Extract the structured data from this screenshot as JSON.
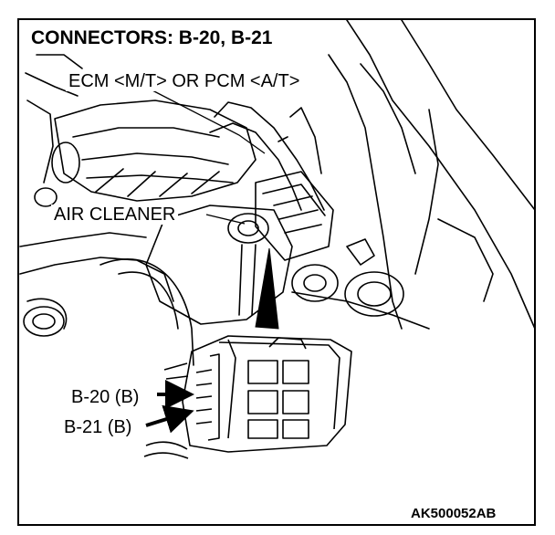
{
  "figure": {
    "title": "CONNECTORS: B-20, B-21",
    "code": "AK500052AB"
  },
  "callouts": {
    "ecm": "ECM <M/T> OR PCM <A/T>",
    "air_cleaner": "AIR CLEANER",
    "b20": "B-20 (B)",
    "b21": "B-21 (B)"
  },
  "colors": {
    "line": "#000000",
    "background": "#ffffff"
  }
}
